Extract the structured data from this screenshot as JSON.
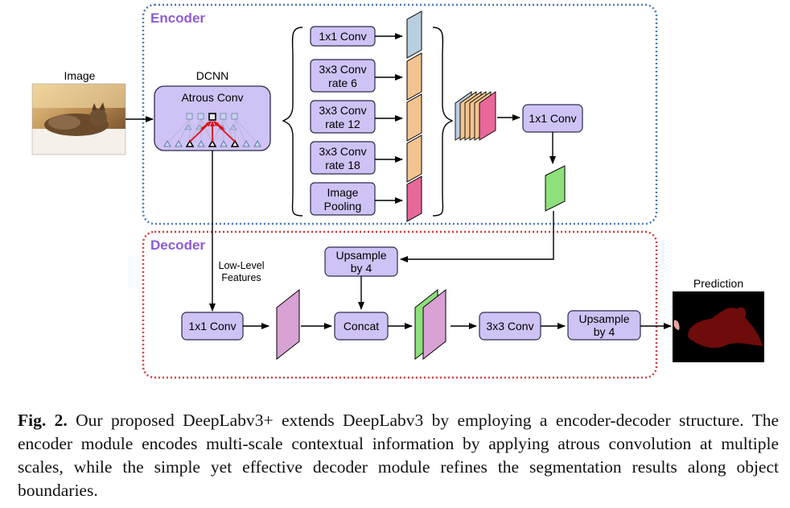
{
  "encoder": {
    "title": "Encoder"
  },
  "decoder": {
    "title": "Decoder"
  },
  "input": {
    "label": "Image"
  },
  "dcnn": {
    "label": "DCNN",
    "block_label": "Atrous Conv"
  },
  "aspp": {
    "branches": [
      {
        "line1": "1x1 Conv",
        "line2": "",
        "color": "#b8cfe0"
      },
      {
        "line1": "3x3 Conv",
        "line2": "rate 6",
        "color": "#f3c48f"
      },
      {
        "line1": "3x3 Conv",
        "line2": "rate 12",
        "color": "#f3c48f"
      },
      {
        "line1": "3x3 Conv",
        "line2": "rate 18",
        "color": "#f3c48f"
      },
      {
        "line1": "Image",
        "line2": "Pooling",
        "color": "#e8689a"
      }
    ]
  },
  "encoder_out": {
    "conv_label": "1x1 Conv"
  },
  "decoder_blocks": {
    "upsample_top": {
      "line1": "Upsample",
      "line2": "by 4"
    },
    "lowlevel_label": {
      "line1": "Low-Level",
      "line2": "Features"
    },
    "conv1x1": "1x1 Conv",
    "concat": "Concat",
    "conv3x3": "3x3 Conv",
    "upsample_out": {
      "line1": "Upsample",
      "line2": "by 4"
    }
  },
  "output": {
    "label": "Prediction"
  },
  "caption": {
    "fig_label": "Fig. 2.",
    "text": "Our proposed DeepLabv3+ extends DeepLabv3 by employing a encoder-decoder structure. The encoder module encodes multi-scale contextual information by applying atrous convolution at multiple scales, while the simple yet effective decoder module refines the segmentation results along object boundaries."
  },
  "colors": {
    "block_fill": "#cfc2f5",
    "block_stroke": "#2c2c4a",
    "title_purple": "#8e5bd6",
    "encoder_border": "#4b79b8",
    "decoder_border": "#d73a3a",
    "feature_blue": "#b8cfe0",
    "feature_orange": "#f3c48f",
    "feature_pink": "#e8689a",
    "feature_green": "#8ee07c",
    "feature_lilac": "#d9a2d4"
  }
}
